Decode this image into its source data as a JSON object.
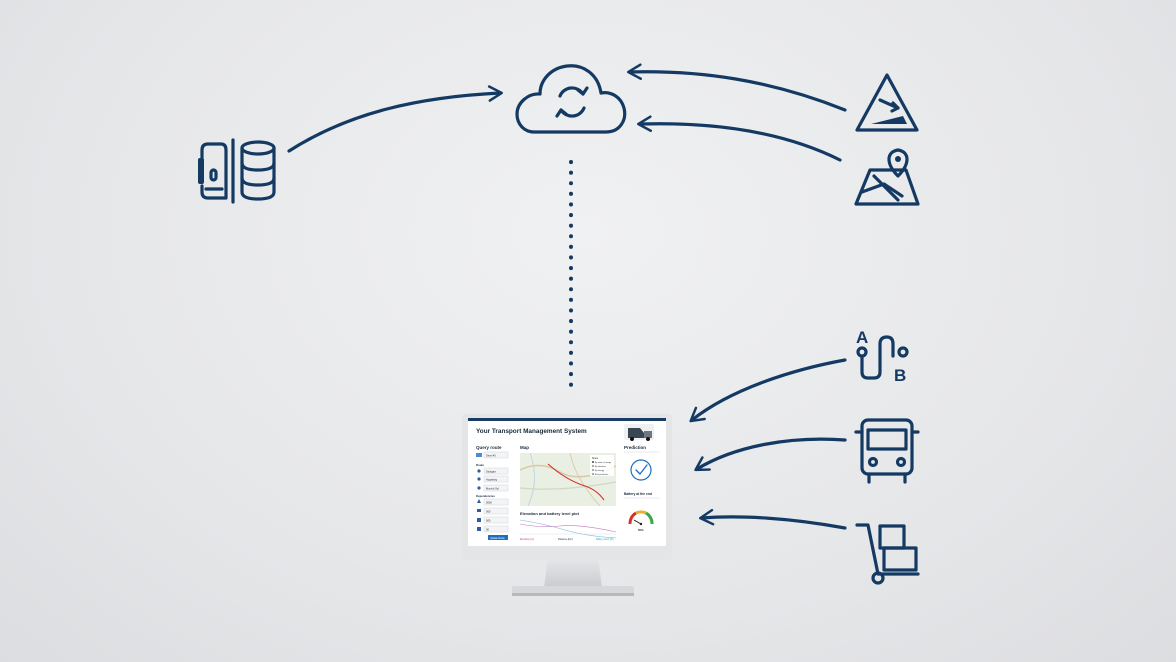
{
  "screen": {
    "title": "Your Transport Management System",
    "query_route": "Query route",
    "map": "Map",
    "prediction": "Prediction",
    "route_label": "Route",
    "dependencies": "Dependencies",
    "route_fields": [
      "Stuttgart",
      "Augsburg",
      "Munich Sol"
    ],
    "dep_fields": [
      "0000",
      "000",
      "000",
      "00"
    ],
    "vehicle_select": "Semi-40",
    "legend": [
      "Route",
      "By state of charge",
      "By elevation",
      "By energy",
      "Best prediction"
    ],
    "battery_end": "Battery at the end",
    "gauge_value": "50%",
    "elevation_title": "Elevation and battery level plot",
    "x_labels": [
      "Elevation [m]",
      "Distance [km]",
      "Battery level [%]"
    ],
    "button": "Update Route"
  },
  "colors": {
    "ink": "#143a63",
    "accent": "#1a6fc4"
  },
  "labels": {
    "a": "A",
    "b": "B"
  }
}
